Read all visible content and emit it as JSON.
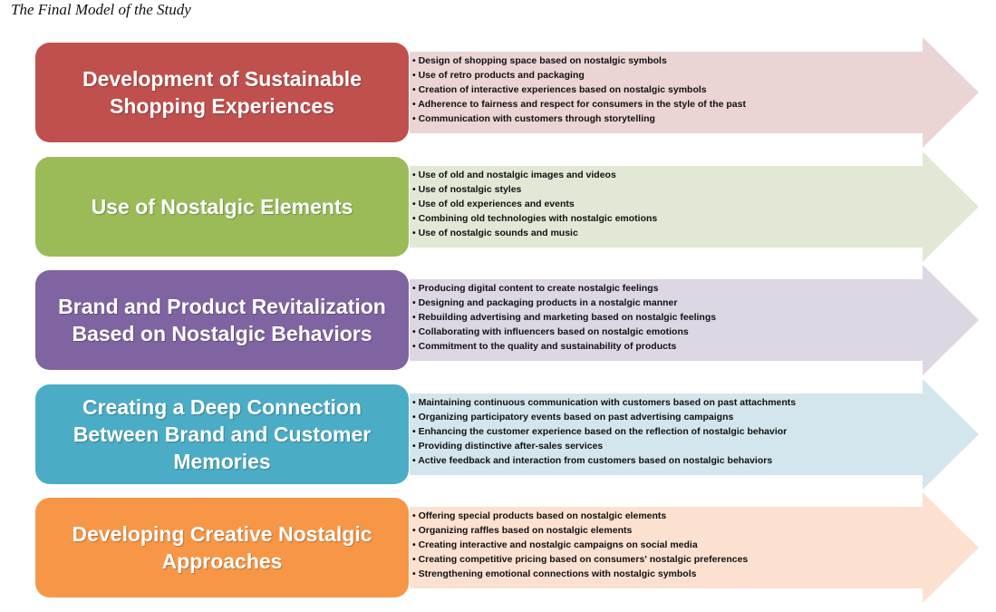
{
  "title": "The Final Model of the Study",
  "rows": [
    {
      "label": "Development of Sustainable Shopping Experiences",
      "color": "#C0504D",
      "fill": "#EAD5D4",
      "items": [
        "Design of shopping space based on nostalgic symbols",
        "Use of retro products and packaging",
        "Creation of interactive experiences based on nostalgic symbols",
        "Adherence to fairness and respect for consumers in the style of the past",
        "Communication with customers through storytelling"
      ]
    },
    {
      "label": "Use of Nostalgic Elements",
      "color": "#9BBB59",
      "fill": "#E1E9D6",
      "items": [
        "Use of old and nostalgic images and videos",
        "Use of nostalgic styles",
        "Use of old experiences and events",
        "Combining old technologies with nostalgic emotions",
        "Use of nostalgic sounds and music"
      ]
    },
    {
      "label": "Brand and Product Revitalization Based on Nostalgic Behaviors",
      "color": "#8064A2",
      "fill": "#DDD7E4",
      "items": [
        "Producing digital content to create nostalgic feelings",
        "Designing and packaging products in a nostalgic manner",
        "Rebuilding advertising and marketing based on nostalgic feelings",
        "Collaborating with influencers based on nostalgic emotions",
        "Commitment to the quality and sustainability of products"
      ]
    },
    {
      "label": "Creating a Deep Connection Between Brand and Customer Memories",
      "color": "#4BACC6",
      "fill": "#D4E6ED",
      "items": [
        "Maintaining continuous communication with customers based on past attachments",
        "Organizing participatory events based on past advertising campaigns",
        "Enhancing the customer experience based on the reflection of nostalgic behavior",
        "Providing distinctive after-sales services",
        "Active feedback and interaction from customers based on nostalgic behaviors"
      ]
    },
    {
      "label": "Developing Creative Nostalgic Approaches",
      "color": "#F79646",
      "fill": "#FCE1D1",
      "items": [
        "Offering special products based on nostalgic elements",
        "Organizing raffles based on nostalgic elements",
        "Creating interactive and nostalgic campaigns on social media",
        "Creating competitive pricing based on consumers' nostalgic preferences",
        "Strengthening emotional connections with nostalgic symbols"
      ]
    }
  ]
}
